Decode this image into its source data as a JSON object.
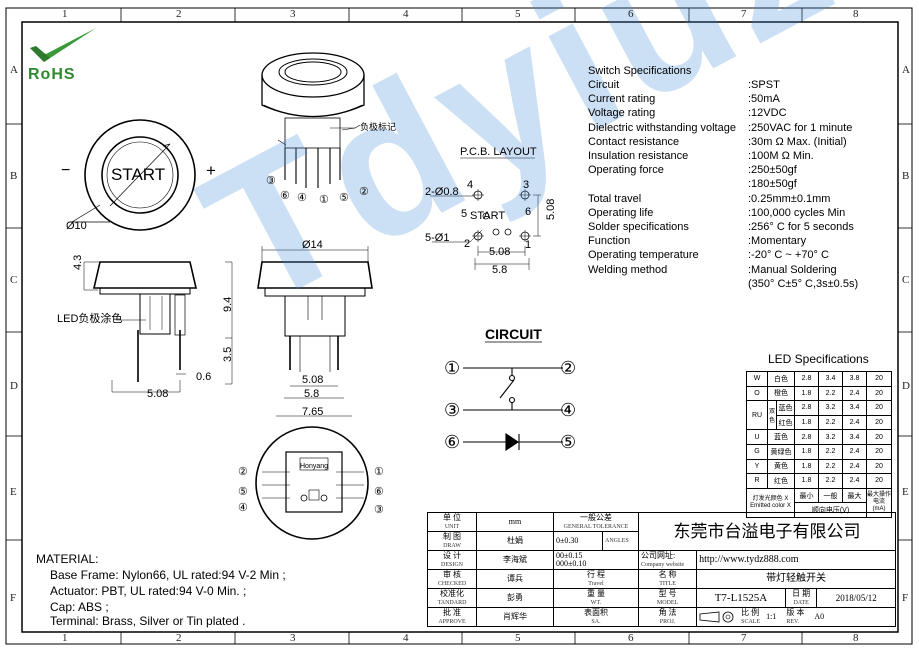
{
  "grid": {
    "cols": [
      "1",
      "2",
      "3",
      "4",
      "5",
      "6",
      "7",
      "8"
    ],
    "rows": [
      "A",
      "B",
      "C",
      "D",
      "E",
      "F"
    ]
  },
  "rohs": "RoHS",
  "watermark": "Tdyiuz",
  "front_view": {
    "start": "START",
    "minus": "−",
    "plus": "+",
    "dim_diameter": "Ø10"
  },
  "iso_view": {
    "neg_label": "负极标记",
    "pins": [
      "③",
      "⑥",
      "④",
      "①",
      "⑤",
      "②"
    ]
  },
  "side_view": {
    "dim_43": "4.3",
    "dim_94": "9.4",
    "dim_35": "3.5",
    "dim_06": "0.6",
    "dim_508": "5.08",
    "led_note": "LED负极涂色"
  },
  "front_section": {
    "dim_14": "Ø14",
    "dim_508": "5.08",
    "dim_58": "5.8",
    "dim_765": "7.65"
  },
  "bottom_view": {
    "brand": "Honyang",
    "pins_left": [
      "②",
      "⑤",
      "④"
    ],
    "pins_right": [
      "①",
      "⑥",
      "③"
    ]
  },
  "pcb": {
    "title": "P.C.B. LAYOUT",
    "hole1": "2-Ø0.8",
    "hole2": "5-Ø1",
    "start": "START",
    "dim_508_h": "5.08",
    "dim_58": "5.8",
    "dim_508_v": "5.08",
    "nums": [
      "4",
      "3",
      "5",
      "6",
      "2",
      "1"
    ]
  },
  "circuit": {
    "title": "CIRCUIT",
    "pins": [
      "①",
      "②",
      "③",
      "④",
      "⑥",
      "⑤"
    ]
  },
  "specs": {
    "title": "Switch Specifications",
    "rows": [
      {
        "k": "Circuit",
        "v": ":SPST"
      },
      {
        "k": "Current rating",
        "v": ":50mA"
      },
      {
        "k": "Voltage rating",
        "v": ":12VDC"
      },
      {
        "k": "Dielectric withstanding voltage",
        "v": ":250VAC for 1 minute"
      },
      {
        "k": "Contact resistance",
        "v": ":30m Ω   Max. (Initial)"
      },
      {
        "k": "Insulation resistance",
        "v": ":100M Ω   Min."
      },
      {
        "k": "Operating force",
        "v": ":250±50gf"
      },
      {
        "k": "",
        "v": ":180±50gf"
      },
      {
        "k": "Total travel",
        "v": ":0.25mm±0.1mm"
      },
      {
        "k": "Operating life",
        "v": ":100,000 cycles Min"
      },
      {
        "k": "Solder specifications",
        "v": ":256° C for 5 seconds"
      },
      {
        "k": "Function",
        "v": ":Momentary"
      },
      {
        "k": "Operating temperature",
        "v": ":-20° C ~ +70° C"
      },
      {
        "k": "Welding method",
        "v": ":Manual Soldering"
      },
      {
        "k": "",
        "v": "(350° C±5° C,3s±0.5s)"
      }
    ]
  },
  "led": {
    "title": "LED Specifications",
    "rows": [
      {
        "code": "W",
        "color": "白色",
        "a": "2.8",
        "b": "3.4",
        "c": "3.8",
        "d": "20"
      },
      {
        "code": "O",
        "color": "橙色",
        "a": "1.8",
        "b": "2.2",
        "c": "2.4",
        "d": "20"
      },
      {
        "code": "RU",
        "sub": "蓝色",
        "color": "蓝色",
        "a": "2.8",
        "b": "3.2",
        "c": "3.4",
        "d": "20"
      },
      {
        "code": "",
        "sub": "红色",
        "color": "红色",
        "a": "1.8",
        "b": "2.2",
        "c": "2.4",
        "d": "20"
      },
      {
        "code": "U",
        "color": "蓝色",
        "a": "2.8",
        "b": "3.2",
        "c": "3.4",
        "d": "20"
      },
      {
        "code": "G",
        "color": "黄绿色",
        "a": "1.8",
        "b": "2.2",
        "c": "2.4",
        "d": "20"
      },
      {
        "code": "Y",
        "color": "黄色",
        "a": "1.8",
        "b": "2.2",
        "c": "2.4",
        "d": "20"
      },
      {
        "code": "R",
        "color": "红色",
        "a": "1.8",
        "b": "2.2",
        "c": "2.4",
        "d": "20"
      }
    ],
    "rgb_label": "双色",
    "footer": {
      "emit": "灯发光颜色 X",
      "emit_en": "Emitted color X",
      "min": "最小",
      "typ": "一般",
      "max": "最大",
      "fwd": "顺向电压(V)",
      "cur": "最大操作电流(mA)"
    }
  },
  "material": {
    "title": "MATERIAL:",
    "lines": [
      "Base Frame: Nylon66, UL rated:94 V-2 Min ;",
      "Actuator:  PBT, UL rated:94 V-0 Min. ;",
      "Cap:  ABS ;",
      "Terminal: Brass, Silver or Tin plated ."
    ]
  },
  "title_block": {
    "unit_cn": "单 位",
    "unit_en": "UNIT",
    "unit_val": "mm",
    "tol_cn": "一般公差",
    "tol_en": "GENERAL TOLERANCE",
    "tol1": "0±0.30",
    "tol1b": "ANGLES",
    "tol2": "00±0.15",
    "tol3": "000±0.10",
    "company": "东莞市台溢电子有限公司",
    "draw_cn": "制 图",
    "draw_en": "DRAW",
    "draw_name": "杜娟",
    "design_cn": "设 计",
    "design_en": "DESIGN",
    "design_name": "李海斌",
    "check_cn": "审 核",
    "check_en": "CHECKED",
    "check_name": "谭兵",
    "std_cn": "校准化",
    "std_en": "TANDARD",
    "std_name": "彭勇",
    "approve_cn": "批 准",
    "approve_en": "APPROVE",
    "approve_name": "肖辉华",
    "website_cn": "公司网址:",
    "website_en": "Company website",
    "website": "http://www.tydz888.com",
    "travel_cn": "行 程",
    "travel_en": "Travel",
    "title_cn": "名 称",
    "title_en": "TITLE",
    "title_val": "带灯轻触开关",
    "weight_cn": "重 量",
    "weight_en": "WT.",
    "model_cn": "型 号",
    "model_en": "MODEL",
    "model_val": "T7-L1525A",
    "date_cn": "日 期",
    "date_en": "DATE",
    "date_val": "2018/05/12",
    "surface_cn": "表面积",
    "surface_en": "SA.",
    "proj_cn": "角 法",
    "proj_en": "PROJ.",
    "scale_cn": "比 例",
    "scale_en": "SCALE",
    "scale_val": "1:1",
    "rev_cn": "版 本",
    "rev_en": "REV.",
    "rev_val": "A0"
  }
}
